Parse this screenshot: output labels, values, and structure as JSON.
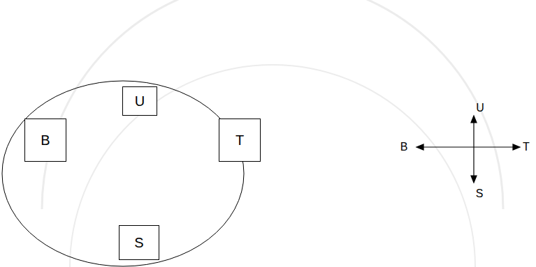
{
  "diagram": {
    "nodes": [
      {
        "text": [
          "U"
        ]
      },
      {
        "text": [
          "B"
        ]
      },
      {
        "text": [
          "T"
        ]
      },
      {
        "text": [
          "S"
        ]
      }
    ],
    "labels": [
      "U",
      "B",
      "T",
      "S"
    ]
  }
}
